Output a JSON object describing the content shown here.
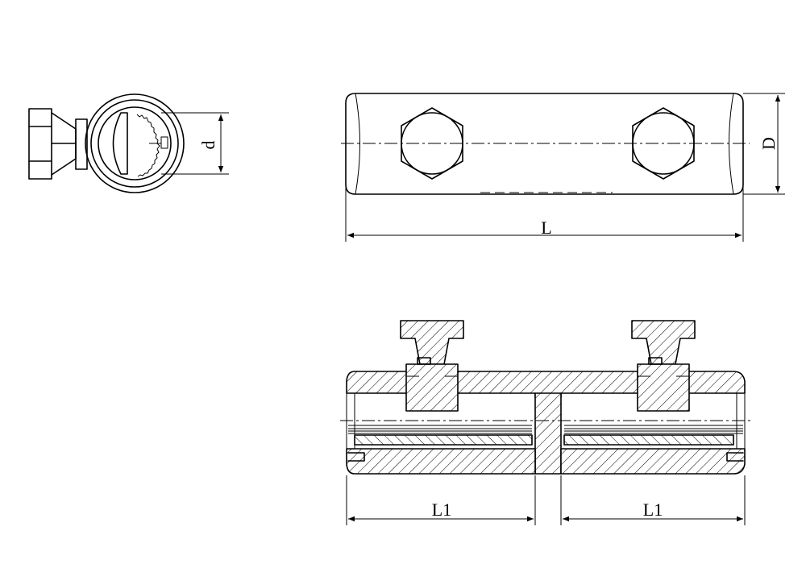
{
  "labels": {
    "d": "d",
    "D": "D",
    "L": "L",
    "L1_left": "L1",
    "L1_right": "L1"
  }
}
